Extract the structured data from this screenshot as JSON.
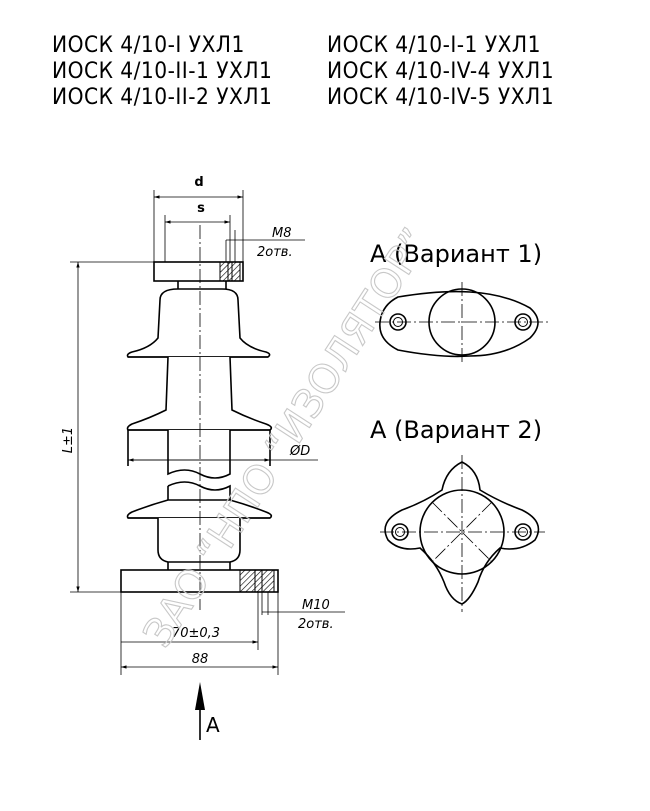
{
  "titles": {
    "row1": {
      "left": "ИОСК 4/10-I УХЛ1",
      "right": "ИОСК 4/10-I-1 УХЛ1"
    },
    "row2": {
      "left": "ИОСК 4/10-II-1 УХЛ1",
      "right": "ИОСК 4/10-IV-4 УХЛ1"
    },
    "row3": {
      "left": "ИОСК 4/10-II-2 УХЛ1",
      "right": "ИОСК 4/10-IV-5 УХЛ1"
    }
  },
  "dimensions": {
    "d": "d",
    "s": "s",
    "top_thread": "M8",
    "top_holes": "2отв.",
    "length": "L±1",
    "diameter": "ØD",
    "bottom_thread": "M10",
    "bottom_holes": "2отв.",
    "bolt_circle": "70±0,3",
    "base_width": "88"
  },
  "views": {
    "variant1": "А (Вариант 1)",
    "variant2": "А (Вариант 2)",
    "arrow_label": "А"
  },
  "watermark": "ЗАО “НПО “ИЗОЛЯТОР”"
}
